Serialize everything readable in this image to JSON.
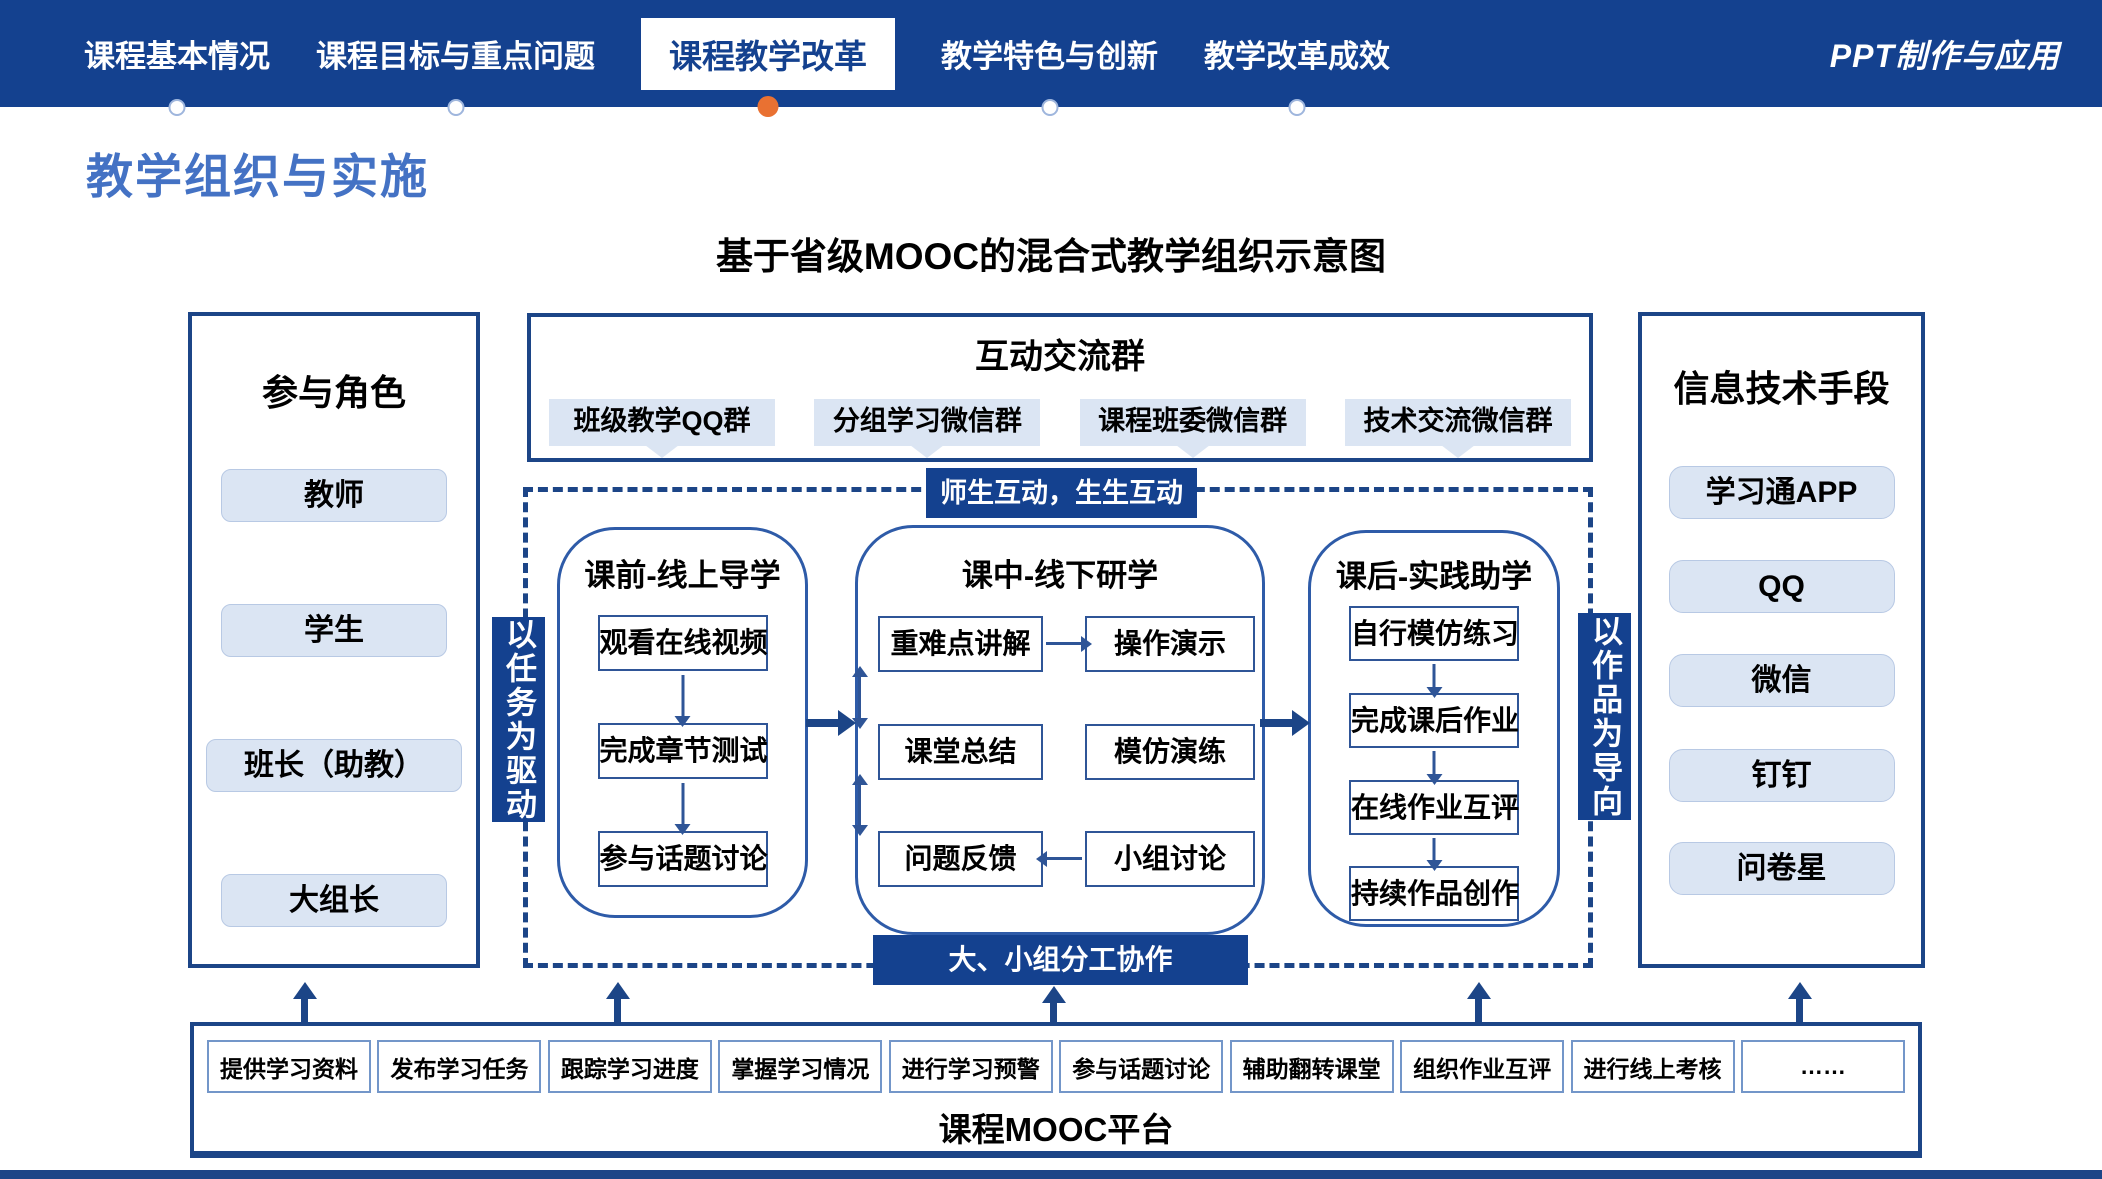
{
  "topbar": {
    "tabs": [
      {
        "label": "课程基本情况",
        "active": false
      },
      {
        "label": "课程目标与重点问题",
        "active": false
      },
      {
        "label": "课程教学改革",
        "active": true
      },
      {
        "label": "教学特色与创新",
        "active": false
      },
      {
        "label": "教学改革成效",
        "active": false
      }
    ],
    "logo": "PPT制作与应用"
  },
  "page": {
    "title": "教学组织与实施",
    "subtitle": "基于省级MOOC的混合式教学组织示意图"
  },
  "roles_panel": {
    "title": "参与角色",
    "items": [
      "教师",
      "学生",
      "班长（助教）",
      "大组长"
    ]
  },
  "groups_panel": {
    "title": "互动交流群",
    "items": [
      "班级教学QQ群",
      "分组学习微信群",
      "课程班委微信群",
      "技术交流微信群"
    ]
  },
  "banners": {
    "interaction": "师生互动，生生互动",
    "collaboration": "大、小组分工协作",
    "task": "以任务为驱动",
    "work": "以作品为导向"
  },
  "pre_class": {
    "title": "课前-线上导学",
    "steps": [
      "观看在线视频",
      "完成章节测试",
      "参与话题讨论"
    ]
  },
  "in_class": {
    "title": "课中-线下研学",
    "left_steps": [
      "重难点讲解",
      "课堂总结",
      "问题反馈"
    ],
    "right_steps": [
      "操作演示",
      "模仿演练",
      "小组讨论"
    ]
  },
  "post_class": {
    "title": "课后-实践助学",
    "steps": [
      "自行模仿练习",
      "完成课后作业",
      "在线作业互评",
      "持续作品创作"
    ]
  },
  "tech_panel": {
    "title": "信息技术手段",
    "items": [
      "学习通APP",
      "QQ",
      "微信",
      "钉钉",
      "问卷星"
    ]
  },
  "mooc_platform": {
    "title": "课程MOOC平台",
    "functions": [
      "提供学习资料",
      "发布学习任务",
      "跟踪学习进度",
      "掌握学习情况",
      "进行学习预警",
      "参与话题讨论",
      "辅助翻转课堂",
      "组织作业互评",
      "进行线上考核",
      "……"
    ]
  },
  "colors": {
    "navy": "#14418f",
    "accent_orange": "#e97132",
    "light_blue": "#dbe5f3",
    "title_blue": "#4472c4",
    "border_blue": "#2f5597"
  }
}
